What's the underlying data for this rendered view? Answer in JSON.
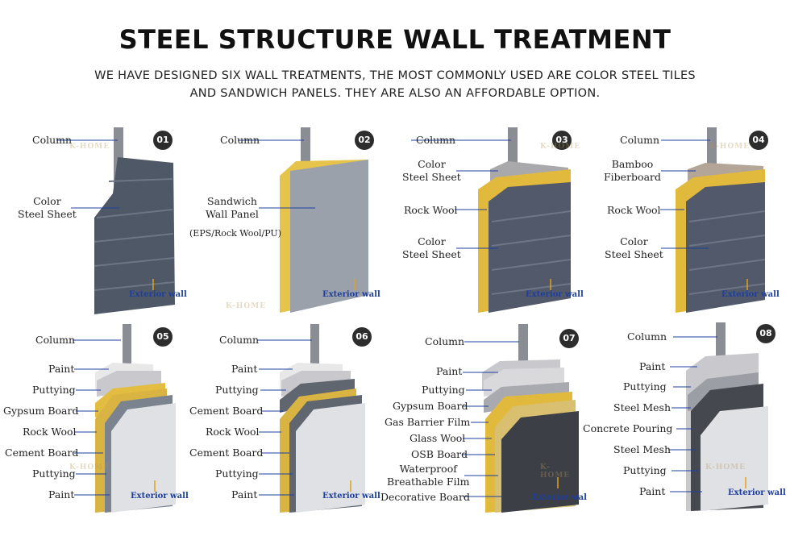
{
  "title": "STEEL STRUCTURE WALL TREATMENT",
  "subtitle_line1": "WE HAVE DESIGNED SIX WALL TREATMENTS, THE MOST COMMONLY USED ARE COLOR STEEL TILES",
  "subtitle_line2": "AND SANDWICH PANELS. THEY ARE ALSO AN AFFORDABLE OPTION.",
  "watermark": "K-HOME",
  "exterior_label": "Exterior wall",
  "exterior_label_07": "Exterior wal",
  "panels": [
    {
      "id": "01",
      "labels": [
        "Column",
        "Color\nSteel Sheet"
      ]
    },
    {
      "id": "02",
      "labels": [
        "Column",
        "Sandwich\nWall Panel",
        "(EPS/Rock Wool/PU)"
      ]
    },
    {
      "id": "03",
      "labels": [
        "Column",
        "Color\nSteel Sheet",
        "Rock Wool",
        "Color\nSteel Sheet"
      ]
    },
    {
      "id": "04",
      "labels": [
        "Column",
        "Bamboo\nFiberboard",
        "Rock Wool",
        "Color\nSteel Sheet"
      ]
    },
    {
      "id": "05",
      "labels": [
        "Column",
        "Paint",
        "Puttying",
        "Gypsum Board",
        "Rock Wool",
        "Cement Board",
        "Puttying",
        "Paint"
      ]
    },
    {
      "id": "06",
      "labels": [
        "Column",
        "Paint",
        "Puttying",
        "Cement Board",
        "Rock Wool",
        "Cement Board",
        "Puttying",
        "Paint"
      ]
    },
    {
      "id": "07",
      "labels": [
        "Column",
        "Paint",
        "Puttying",
        "Gypsum Board",
        "Gas Barrier Film",
        "Glass Wool",
        "OSB Board",
        "Waterproof\nBreathable Film",
        "Decorative Board"
      ]
    },
    {
      "id": "08",
      "labels": [
        "Column",
        "Paint",
        "Puttying",
        "Steel Mesh",
        "Concrete Pouring",
        "Steel Mesh",
        "Puttying",
        "Paint"
      ]
    }
  ]
}
